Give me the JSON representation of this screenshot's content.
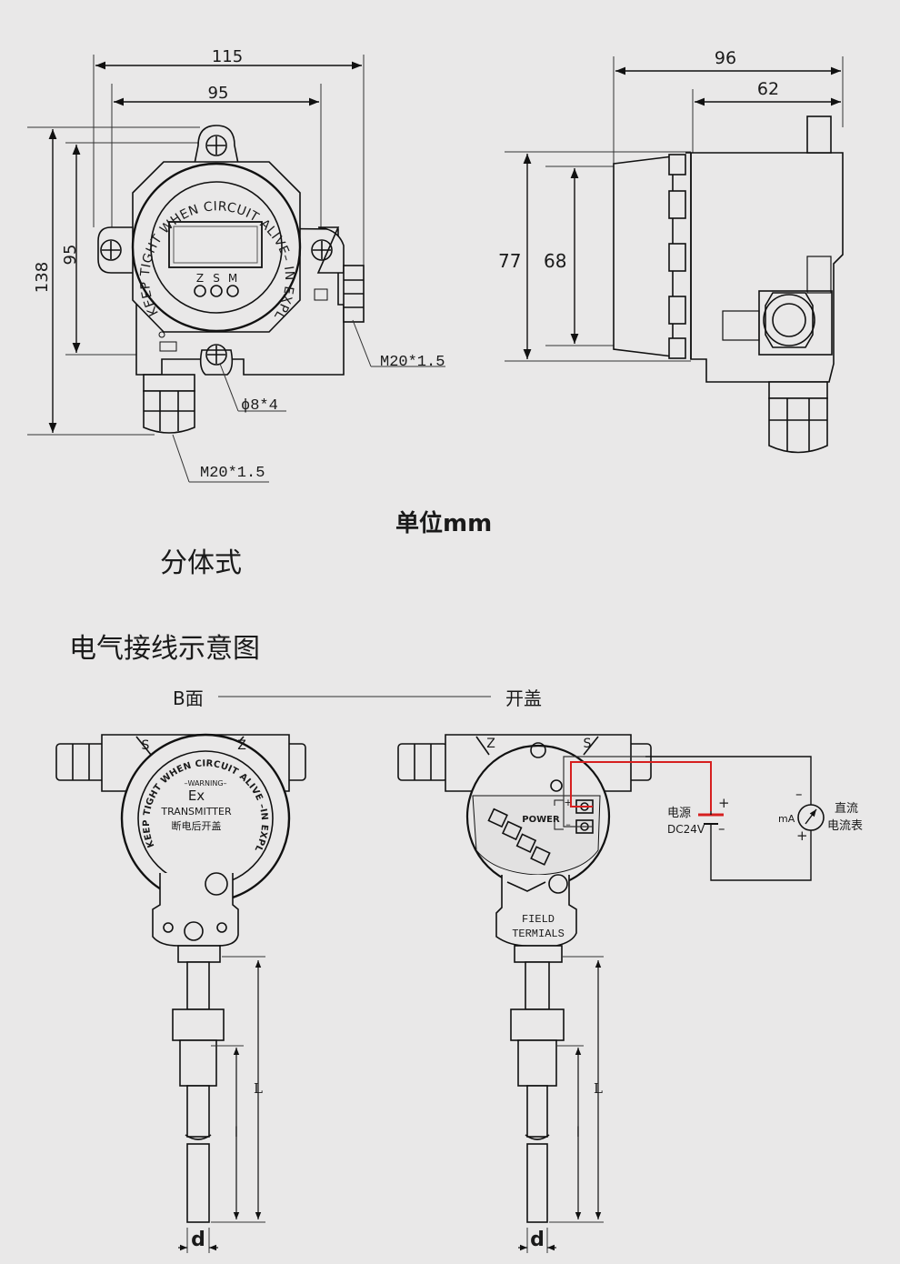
{
  "dimensions": {
    "top_width_outer": "115",
    "top_width_inner": "95",
    "left_height_outer": "138",
    "left_height_inner": "95",
    "side_depth_outer": "96",
    "side_depth_inner": "62",
    "side_height_outer": "77",
    "side_height_inner": "68",
    "thread_right": "M20*1.5",
    "thread_bottom": "M20*1.5",
    "hole": "ϕ8*4"
  },
  "front_view": {
    "cover_ring_text": "KEEP TIGHT WHEN CIRCUIT ALIVE– IN EXPLOSIVE ATMOSPHERE –",
    "buttons": [
      "Z",
      "S",
      "M"
    ]
  },
  "captions": {
    "unit": "单位mm",
    "split_type": "分体式",
    "wiring_title": "电气接线示意图",
    "b_face": "B面",
    "open_cover": "开盖"
  },
  "b_face_view": {
    "ring_text": "KEEP TIGHT WHEN CIRCUIT ALIVE –IN EXPLOSIVE ATMOSPHERE–",
    "warning": "–WARNING–",
    "ex": "Ex",
    "transmitter": "TRANSMITTER",
    "cn_warning": "断电后开盖",
    "s_mark": "S",
    "z_mark": "Z",
    "length_label": "L",
    "insert_label": "l",
    "diameter_label": "d"
  },
  "open_view": {
    "power_label": "POWER",
    "plus": "+",
    "minus": "–",
    "field_terminals_line1": "FIELD",
    "field_terminals_line2": "TERMIALS",
    "z_mark": "Z",
    "s_mark": "S",
    "length_label": "L",
    "insert_label": "l",
    "diameter_label": "d"
  },
  "circuit": {
    "supply_label": "电源",
    "supply_voltage": "DC24V",
    "supply_plus": "+",
    "supply_minus": "–",
    "meter_unit": "mA",
    "meter_label_1": "直流",
    "meter_label_2": "电流表",
    "meter_plus": "+",
    "meter_minus": "–",
    "wire_color": "#d61f1f"
  }
}
